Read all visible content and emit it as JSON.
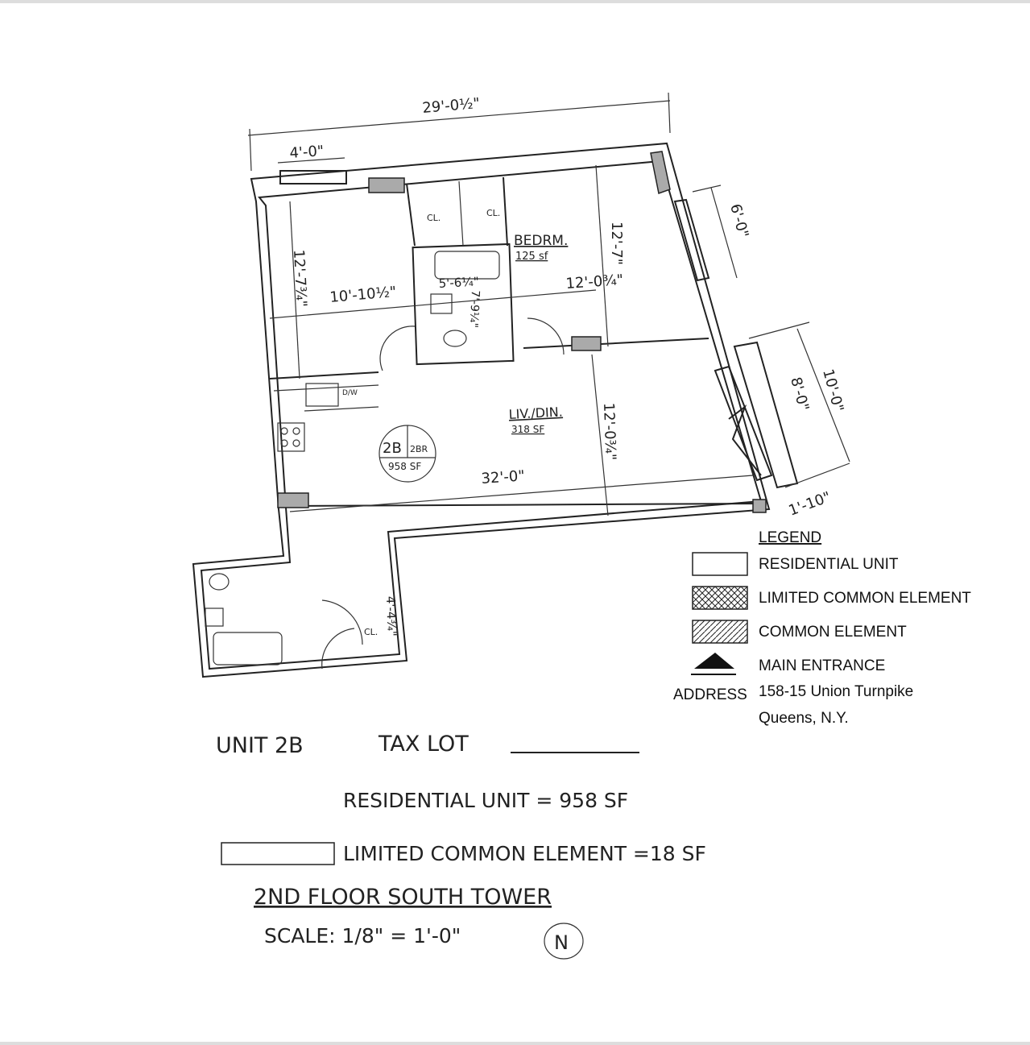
{
  "plan": {
    "dimensions": {
      "overall_width": "29'-0½\"",
      "window_width": "4'-0\"",
      "left_bedroom_depth": "12'-7¾\"",
      "left_bedroom_width": "10'-10½\"",
      "bath_width": "5'-6¼\"",
      "bath_depth": "7'-9¼\"",
      "bedroom_depth": "12'-7\"",
      "bedroom_width": "12'-0¾\"",
      "balcony_small": "6'-0\"",
      "balcony_inner": "8'-0\"",
      "balcony_outer": "10'-0\"",
      "balcony_depth": "1'-10\"",
      "living_width": "32'-0\"",
      "living_depth": "12'-0¾\"",
      "foyer_closet": "4'-4¾\""
    },
    "rooms": {
      "bedroom_label": "BEDRM.",
      "bedroom_area": "125 sf",
      "living_label": "LIV./DIN.",
      "living_area": "318 SF",
      "closet_label": "CL.",
      "dishwasher_label": "D/W"
    },
    "unit_tag": {
      "unit": "2B",
      "type": "2BR",
      "area": "958 SF"
    }
  },
  "legend": {
    "title": "LEGEND",
    "items": [
      {
        "label": "RESIDENTIAL UNIT",
        "pattern": "blank"
      },
      {
        "label": "LIMITED COMMON ELEMENT",
        "pattern": "crosshatch"
      },
      {
        "label": "COMMON ELEMENT",
        "pattern": "diagonal-hatch"
      },
      {
        "label": "MAIN ENTRANCE",
        "pattern": "triangle"
      }
    ],
    "address_label": "ADDRESS",
    "address_line1": "158-15 Union Turnpike",
    "address_line2": "Queens, N.Y."
  },
  "footer": {
    "unit": "UNIT 2B",
    "tax_lot": "TAX LOT",
    "residential_unit": "RESIDENTIAL UNIT = 958 SF",
    "limited_common": "LIMITED COMMON ELEMENT =18 SF",
    "floor": "2ND FLOOR SOUTH TOWER",
    "scale": "SCALE: 1/8\" = 1'-0\"",
    "north": "N"
  }
}
